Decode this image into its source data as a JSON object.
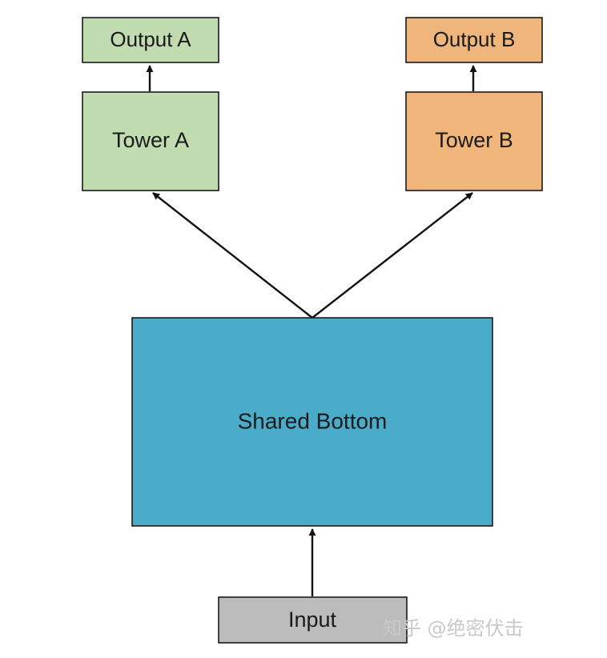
{
  "diagram": {
    "nodes": {
      "output_a": {
        "label": "Output A",
        "fill": "#c1dcb1"
      },
      "tower_a": {
        "label": "Tower A",
        "fill": "#c1dcb1"
      },
      "output_b": {
        "label": "Output B",
        "fill": "#f0b57b"
      },
      "tower_b": {
        "label": "Tower B",
        "fill": "#f0b57b"
      },
      "shared_bottom": {
        "label": "Shared Bottom",
        "fill": "#4bacca"
      },
      "input": {
        "label": "Input",
        "fill": "#bcbcbc"
      }
    },
    "edges": [
      {
        "from": "input",
        "to": "shared_bottom"
      },
      {
        "from": "shared_bottom",
        "to": "tower_a"
      },
      {
        "from": "shared_bottom",
        "to": "tower_b"
      },
      {
        "from": "tower_a",
        "to": "output_a"
      },
      {
        "from": "tower_b",
        "to": "output_b"
      }
    ],
    "colors": {
      "stroke": "#1a1a1a",
      "arrow": "#111111"
    }
  },
  "watermark": {
    "text": "知乎 @绝密伏击"
  }
}
